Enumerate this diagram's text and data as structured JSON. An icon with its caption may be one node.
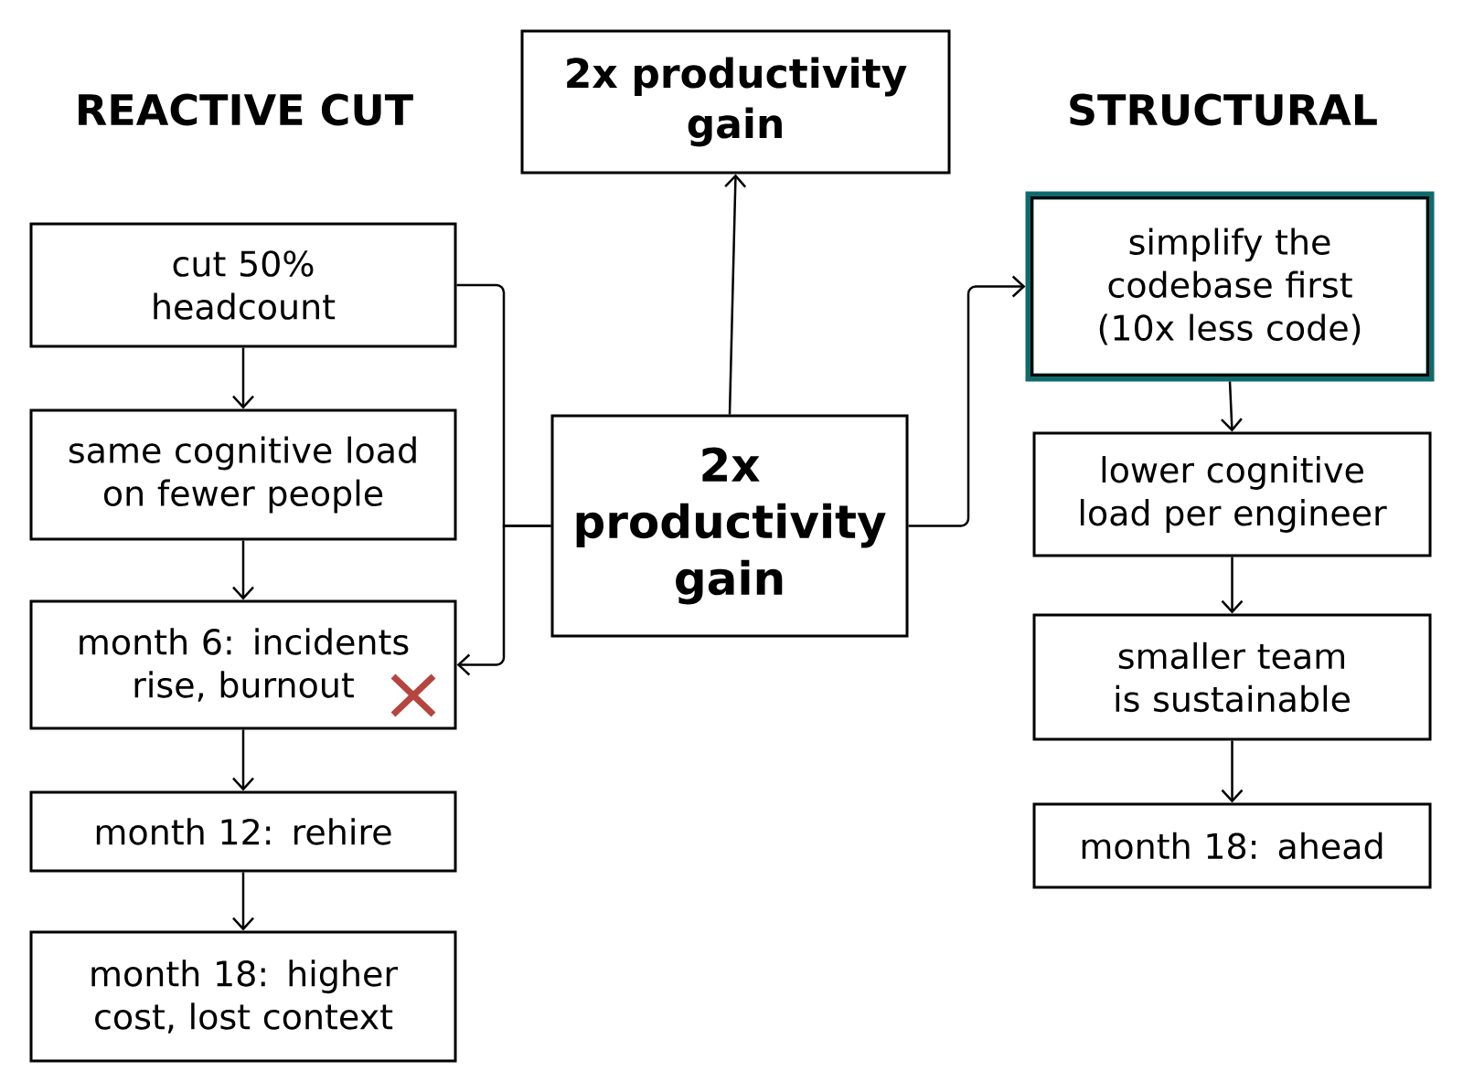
{
  "diagram": {
    "nodes": [
      {
        "text": [
          "2x productivity gain"
        ]
      },
      {
        "text": [
          "2x productivity gain"
        ]
      },
      {
        "text": [
          "cut 50% headcount"
        ]
      },
      {
        "text": [
          "same cognitive load on fewer people"
        ]
      },
      {
        "text": [
          "month 6: incidents rise, burnout"
        ]
      },
      {
        "text": [
          "month 12: rehire"
        ]
      },
      {
        "text": [
          "month 18: higher cost, lost context"
        ]
      },
      {
        "text": [
          "simplify the codebase first (10x less code)"
        ]
      },
      {
        "text": [
          "lower cognitive load per engineer"
        ]
      },
      {
        "text": [
          "smaller team is sustainable"
        ]
      },
      {
        "text": [
          "month 18: ahead"
        ]
      }
    ],
    "edges": [
      {
        "from": 1,
        "to": 0,
        "arrow": "to"
      },
      {
        "from": 1,
        "to": 2,
        "arrow": "none"
      },
      {
        "from": 1,
        "to": 4,
        "arrow": "to"
      },
      {
        "from": 1,
        "to": 7,
        "arrow": "to"
      },
      {
        "from": 2,
        "to": 3,
        "arrow": "to"
      },
      {
        "from": 3,
        "to": 4,
        "arrow": "to"
      },
      {
        "from": 4,
        "to": 5,
        "arrow": "to"
      },
      {
        "from": 5,
        "to": 6,
        "arrow": "to"
      },
      {
        "from": 7,
        "to": 8,
        "arrow": "to"
      },
      {
        "from": 8,
        "to": 9,
        "arrow": "to"
      },
      {
        "from": 9,
        "to": 10,
        "arrow": "to"
      }
    ],
    "labels": [
      "REACTIVE CUT",
      "STRUCTURAL"
    ]
  }
}
